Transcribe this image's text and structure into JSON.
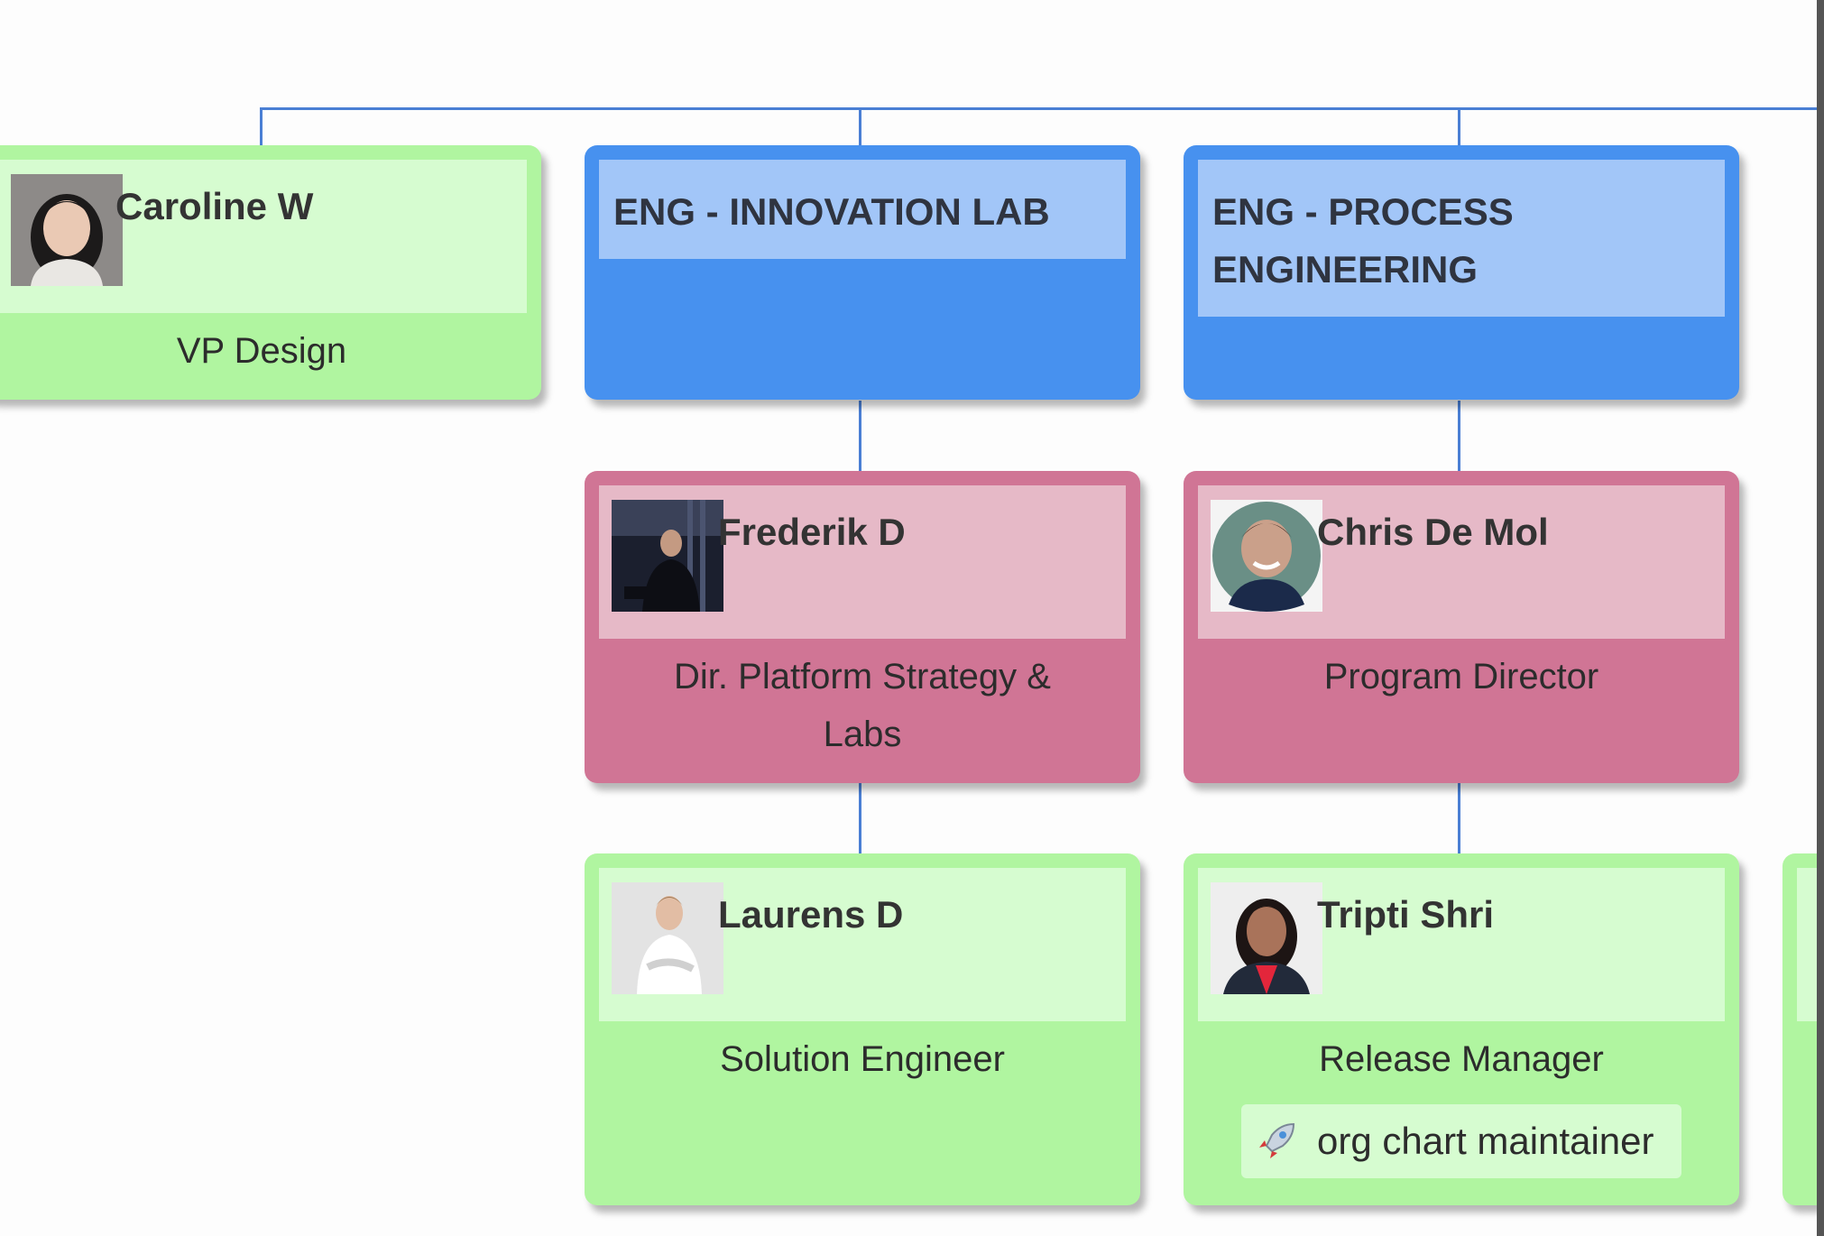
{
  "colors": {
    "connector": "#4a7fd4",
    "person_green": "#b0f5a0",
    "person_green_header": "#d6fcd0",
    "person_pink": "#d07595",
    "person_pink_header": "#e6b9c7",
    "department_blue": "#4791ef",
    "department_blue_header": "#a2c6f8"
  },
  "departments": [
    {
      "title": "ENG - INNOVATION LAB"
    },
    {
      "title": "ENG - PROCESS ENGINEERING"
    }
  ],
  "people": [
    {
      "name": "Caroline W",
      "role": "VP Design",
      "avatar": "caroline-avatar"
    },
    {
      "name": "Frederik D",
      "role": "Dir. Platform Strategy & Labs",
      "avatar": "frederik-avatar"
    },
    {
      "name": "Chris De Mol",
      "role": "Program Director",
      "avatar": "chris-avatar"
    },
    {
      "name": "Laurens D",
      "role": "Solution Engineer",
      "avatar": "laurens-avatar"
    },
    {
      "name": "Tripti Shri",
      "role": "Release Manager",
      "avatar": "tripti-avatar",
      "tag": "org chart maintainer",
      "tag_icon": "rocket-icon"
    }
  ]
}
